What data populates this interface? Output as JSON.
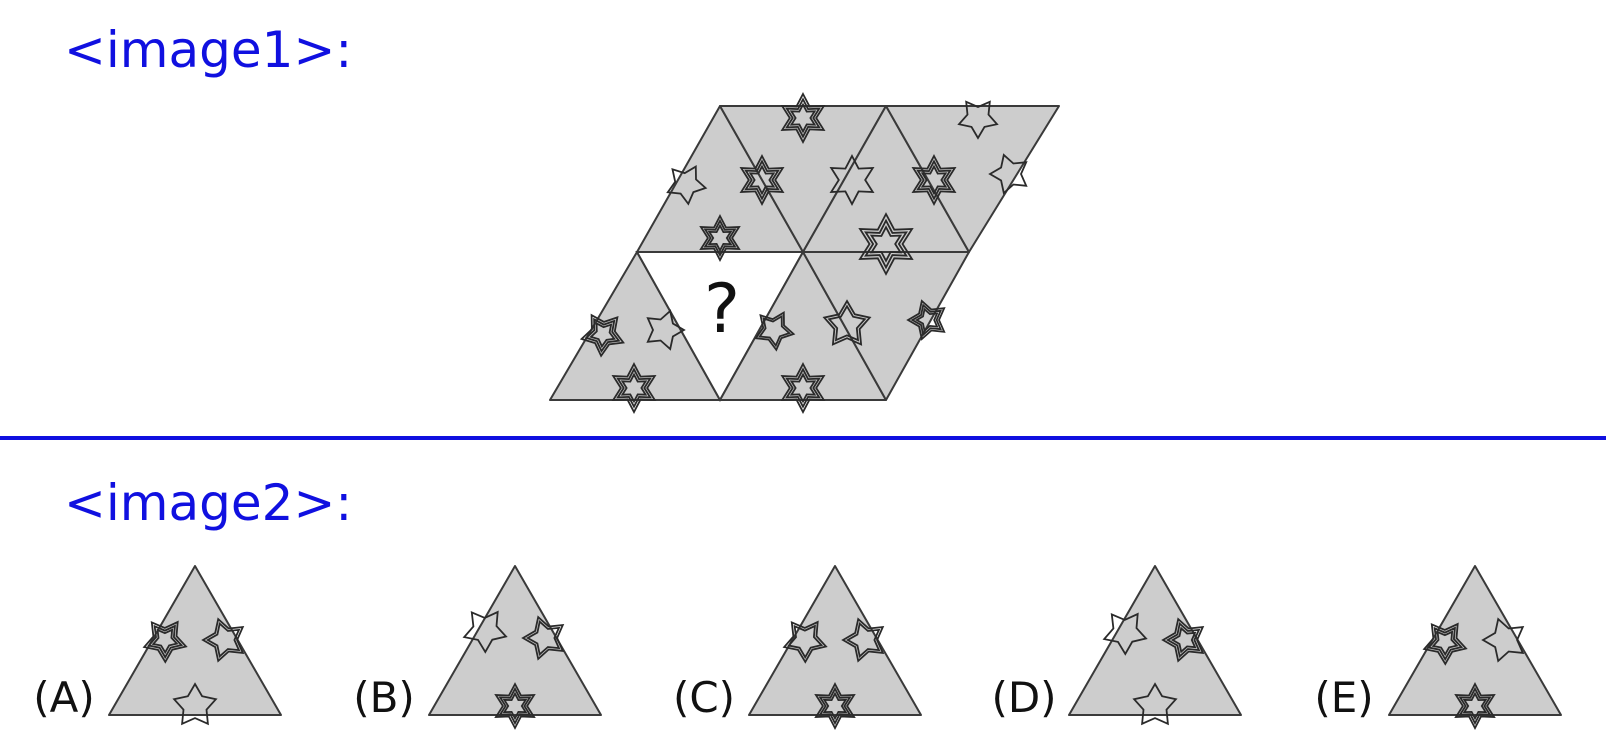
{
  "image1_label": "<image1>:",
  "image2_label": "<image2>:",
  "puzzle": {
    "missing_piece_mark": "?",
    "fill_color": "#cdcdcd",
    "outline_color": "#3a3a3a"
  },
  "answer_options": [
    {
      "label": "(A)"
    },
    {
      "label": "(B)"
    },
    {
      "label": "(C)"
    },
    {
      "label": "(D)"
    },
    {
      "label": "(E)"
    }
  ],
  "colors": {
    "label_blue": "#1010e0",
    "divider_blue": "#1010e0"
  }
}
